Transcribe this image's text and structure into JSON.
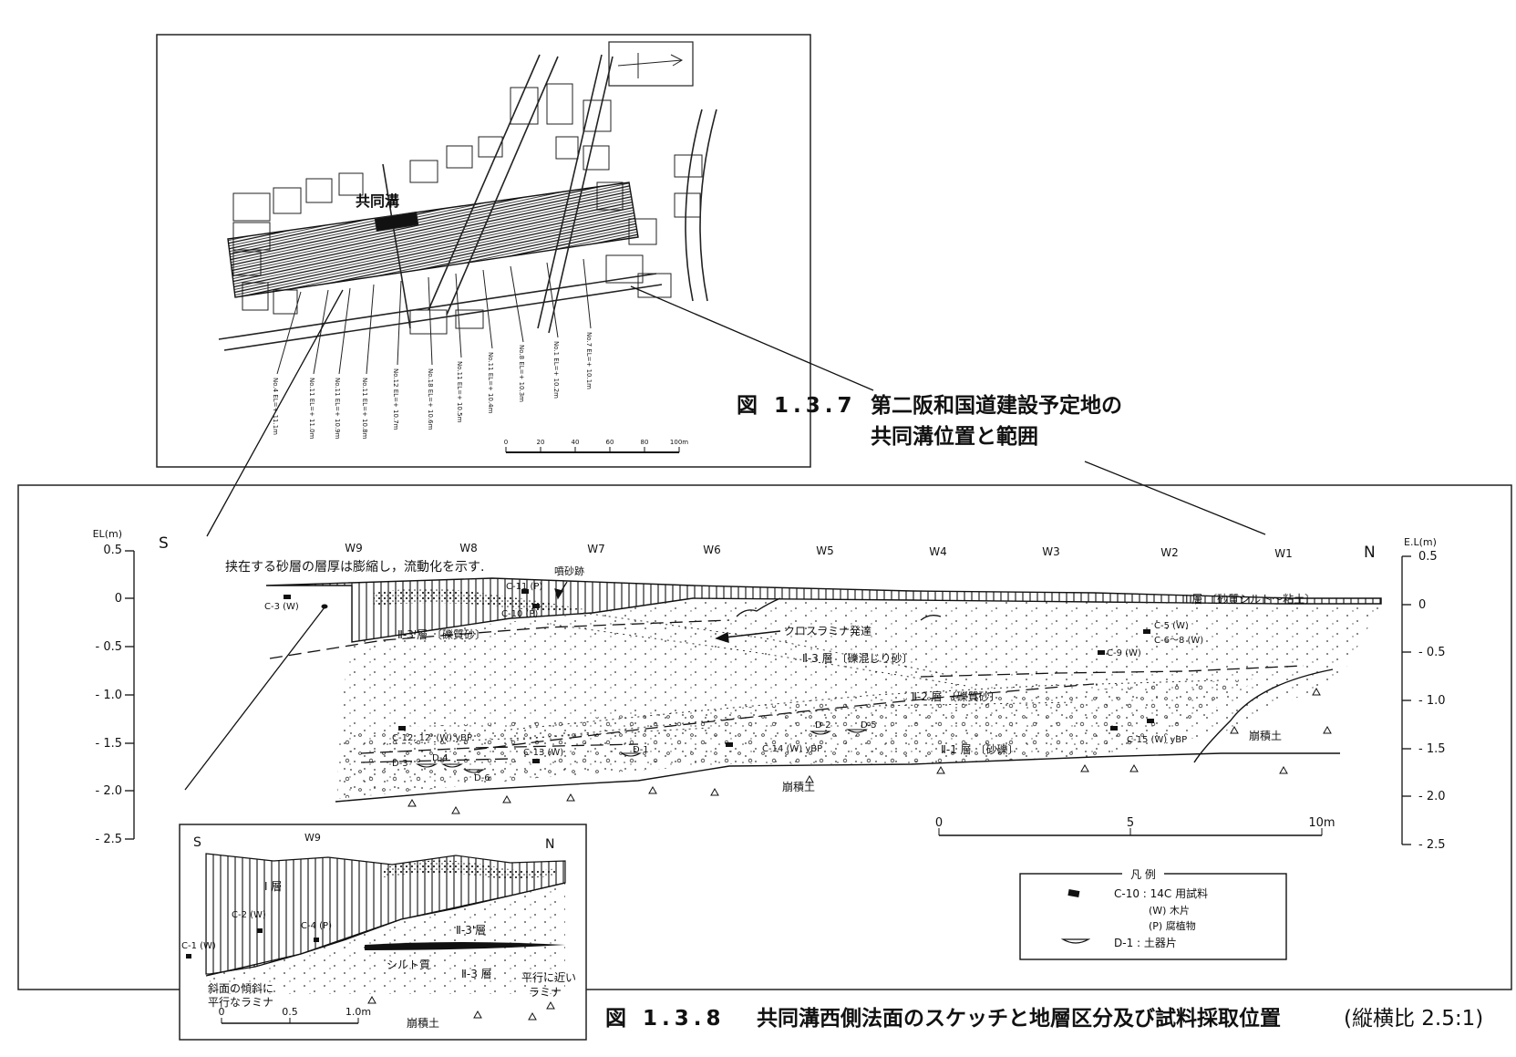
{
  "map_figure": {
    "caption_number": "図 1.3.7",
    "caption_line1": "第二阪和国道建設予定地の",
    "caption_line2": "共同溝位置と範囲",
    "trench_label": "共同溝",
    "scale_ticks": [
      "0",
      "20",
      "40",
      "60",
      "80",
      "100m"
    ],
    "boreholes": [
      "No.4 EL=+ 11.1m",
      "No.11 EL=+ 11.0m",
      "No.11 EL=+ 10.9m",
      "No.11 EL=+ 10.8m",
      "No.12 EL=+ 10.7m",
      "No.18 EL=+ 10.6m",
      "No.11 EL=+ 10.5m",
      "No.11 EL=+ 10.4m",
      "No.8 EL=+ 10.3m",
      "No.1 EL=+ 10.2m",
      "No.7 EL=+ 10.1m"
    ]
  },
  "section_figure": {
    "caption_number": "図 1.3.8",
    "caption_text": "共同溝西側法面のスケッチと地層区分及び試料採取位置",
    "caption_ratio": "(縦横比 2.5:1)",
    "axis_title_left": "EL(m)",
    "axis_title_right": "E.L(m)",
    "dir_south": "S",
    "dir_north": "N",
    "y_ticks_left": [
      "0.5",
      "0",
      "- 0.5",
      "- 1.0",
      "- 1.5",
      "- 2.0",
      "- 2.5"
    ],
    "y_ticks_right": [
      "0.5",
      "0",
      "- 0.5",
      "- 1.0",
      "- 1.5",
      "- 2.0",
      "- 2.5"
    ],
    "wells": [
      "W9",
      "W8",
      "W7",
      "W6",
      "W5",
      "W4",
      "W3",
      "W2",
      "W1"
    ],
    "annotation_top": "挟在する砂層の層厚は膨縮し，流動化を示す.",
    "sand_boil": "噴砂跡",
    "layer_I": "I 層 〔砂質シルト～粘土〕",
    "layer_II3_gravel": "Ⅱ-3'層 〔礫質砂〕",
    "layer_II3": "Ⅱ-3 層 〔礫混じり砂〕",
    "layer_II2": "Ⅱ-2 層 〔礫質砂〕",
    "layer_II1": "Ⅱ-1 層 〔砂礫〕",
    "cross_lamina": "クロスラミナ発達",
    "colluvium": "崩積土",
    "samples": [
      "C-3 (W)",
      "C-11 (P)",
      "C-10 (P)",
      "C-5 (W)",
      "C-6～8 (W)",
      "C-9 (W)",
      "C-12, 12' (W) yBP",
      "C-13 (W)",
      "C-14 (W) yBP",
      "C-15 (W) yBP"
    ],
    "sherds": [
      "D-1",
      "D-2",
      "D-3",
      "D-4",
      "D-5",
      "D-6"
    ],
    "scale_ticks": [
      "0",
      "5",
      "10m"
    ],
    "legend": {
      "title": "凡 例",
      "sample_key": "C-10 : 14C 用試料",
      "wood": "(W) 木片",
      "plant": "(P) 腐植物",
      "sherd_key": "D-1 : 土器片"
    }
  },
  "inset": {
    "dir_south": "S",
    "dir_north": "N",
    "well": "W9",
    "layer_I": "I 層",
    "layer_II3p": "Ⅱ-3'層",
    "layer_II3": "Ⅱ-3 層",
    "silt": "シルト質",
    "samples": [
      "C-1 (W)",
      "C-2 (W)",
      "C-4 (P)"
    ],
    "note_left_1": "斜面の傾斜に",
    "note_left_2": "平行なラミナ",
    "note_right_1": "平行に近い",
    "note_right_2": "ラミナ",
    "scale_ticks": [
      "0",
      "0.5",
      "1.0m"
    ],
    "colluvium": "崩積土"
  }
}
